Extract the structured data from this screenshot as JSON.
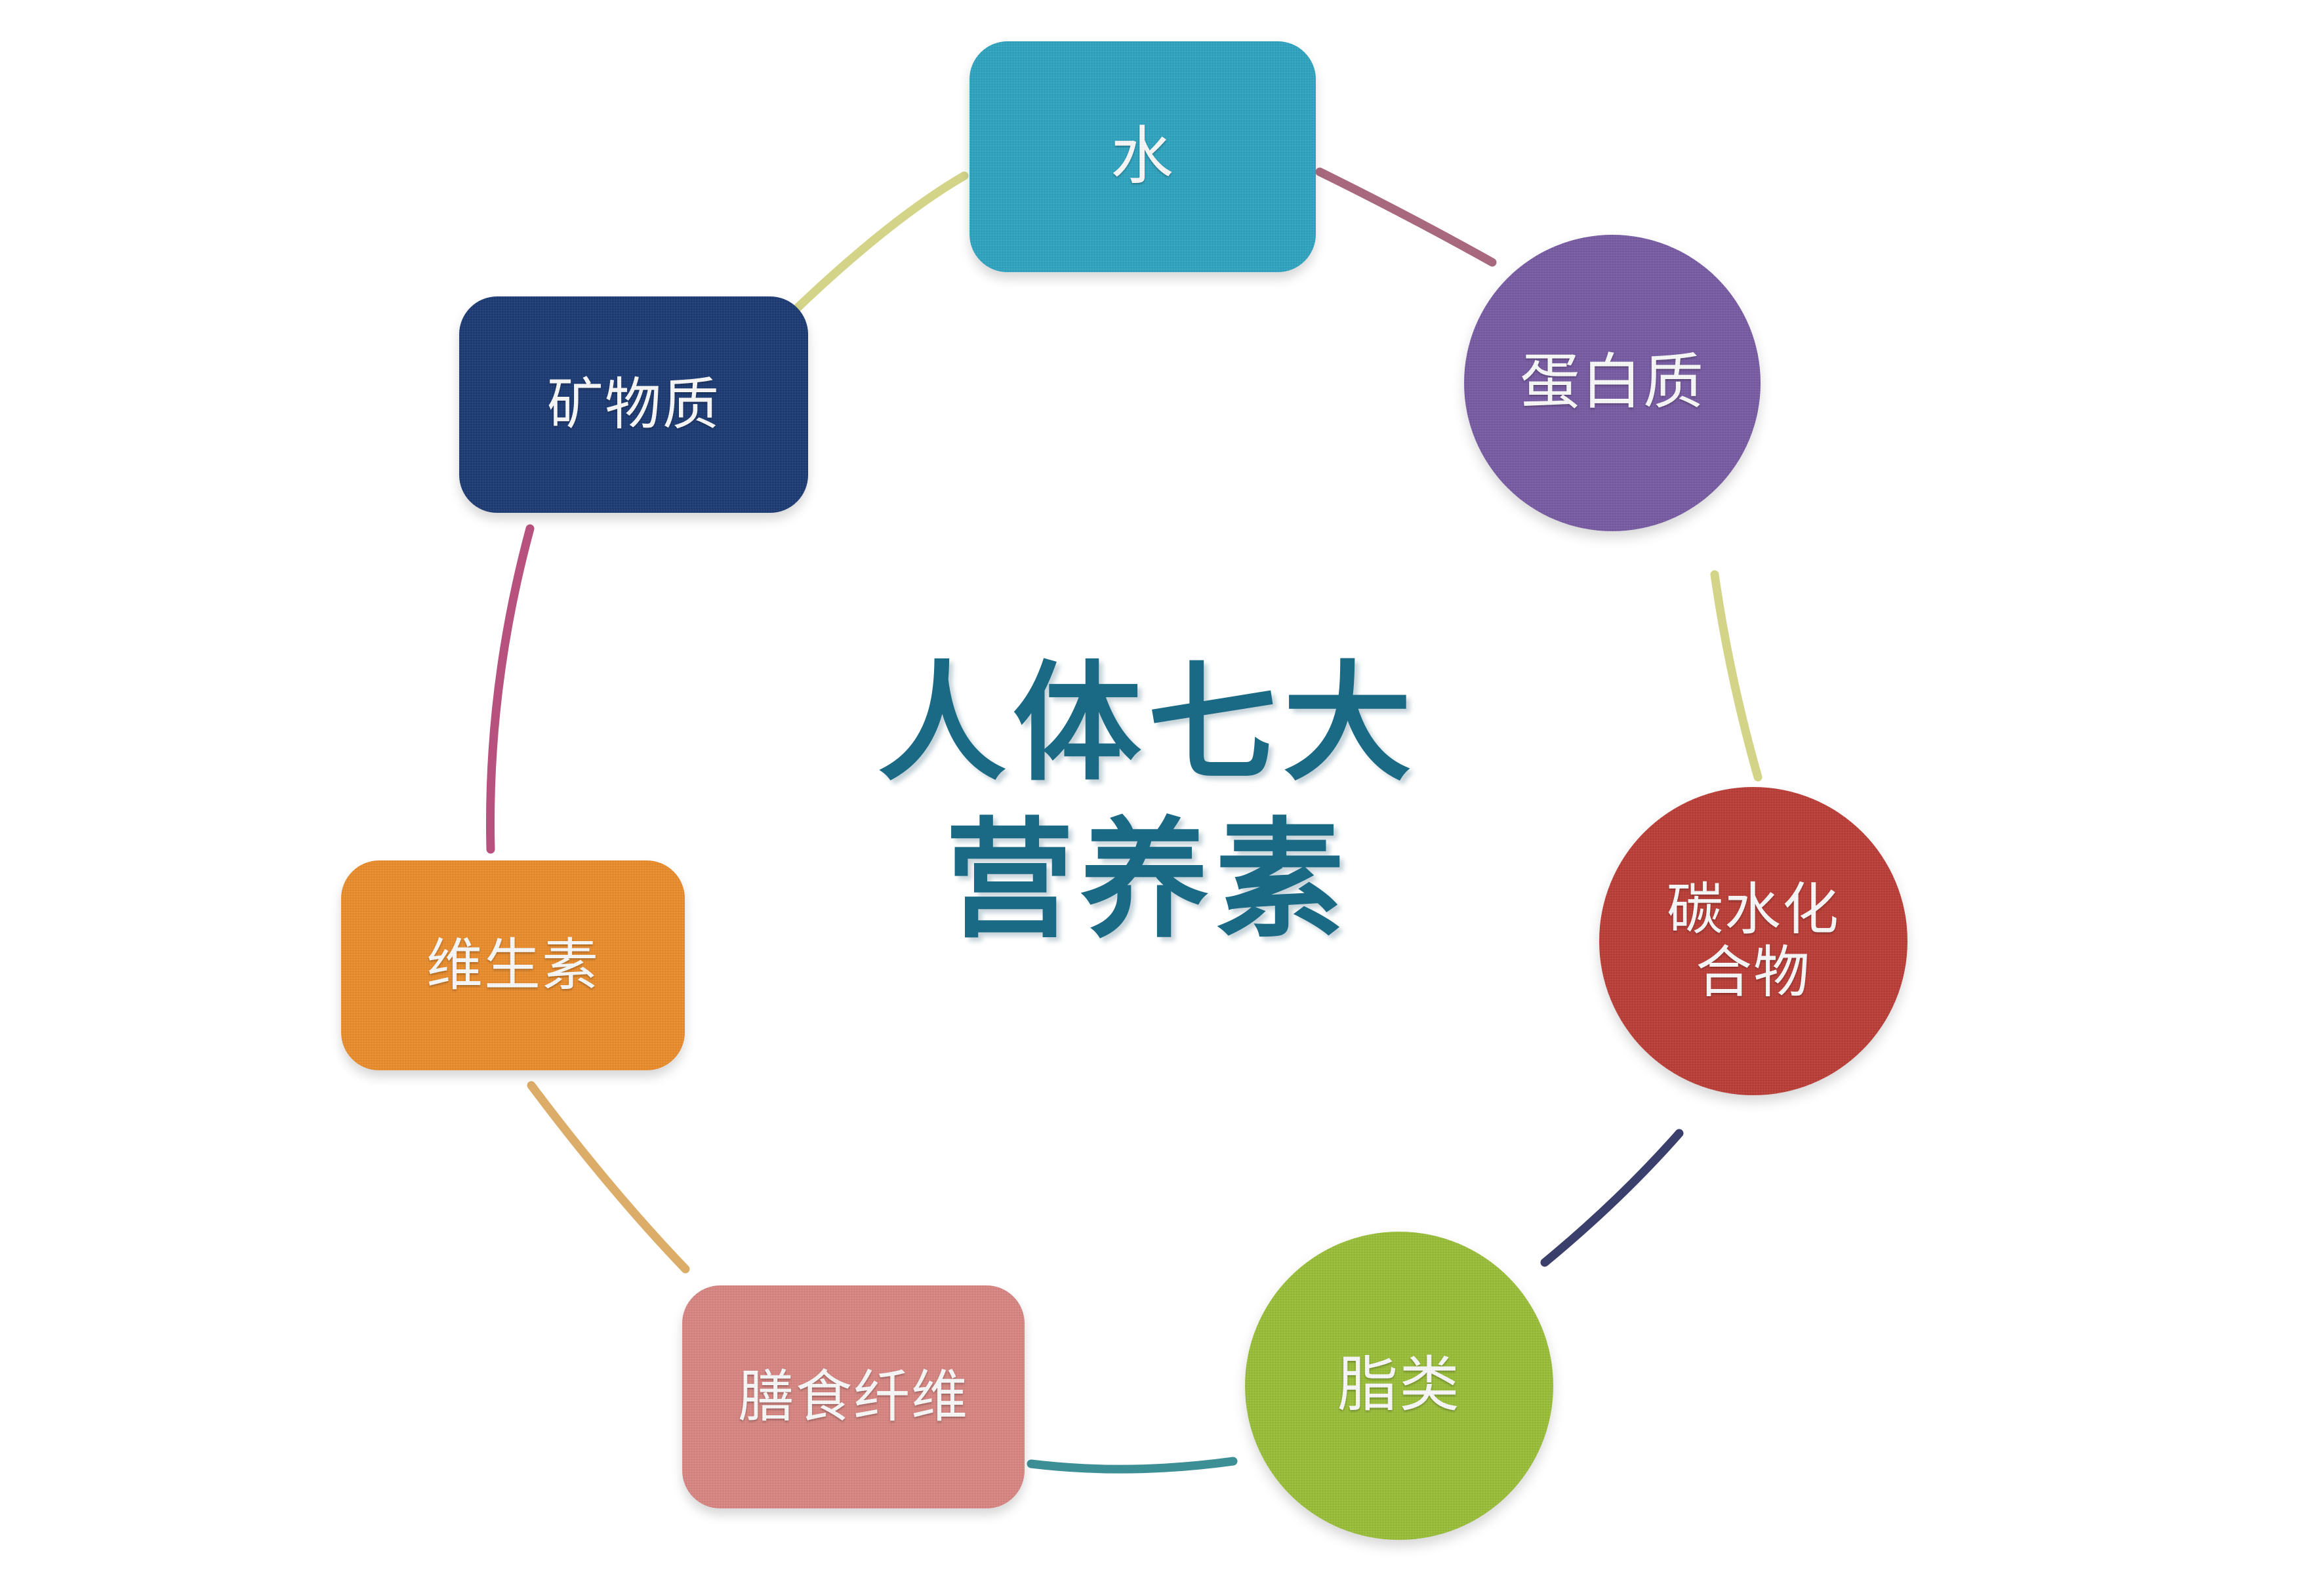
{
  "title": {
    "line1": "人体七大",
    "line2": "营养素",
    "full": "人体七大营养素",
    "color": "#1b6a85"
  },
  "background_color": "#ffffff",
  "nodes": [
    {
      "id": "water",
      "label": "水",
      "shape": "rounded-rect",
      "color": "#32a8c4",
      "text_color": "#ffffff",
      "position": "top"
    },
    {
      "id": "protein",
      "label": "蛋白质",
      "shape": "circle",
      "color": "#7b5ea7",
      "text_color": "#ffffff",
      "position": "top-right"
    },
    {
      "id": "carbohydrate",
      "label": "碳水化\n合物",
      "shape": "circle",
      "color": "#c0403a",
      "text_color": "#ffffff",
      "position": "right"
    },
    {
      "id": "fat",
      "label": "脂类",
      "shape": "circle",
      "color": "#9ec33c",
      "text_color": "#ffffff",
      "position": "bottom-right"
    },
    {
      "id": "dietary-fiber",
      "label": "膳食纤维",
      "shape": "rounded-rect",
      "color": "#dd8a86",
      "text_color": "#ffffff",
      "position": "bottom-left"
    },
    {
      "id": "vitamin",
      "label": "维生素",
      "shape": "rounded-rect",
      "color": "#f0912f",
      "text_color": "#ffffff",
      "position": "left"
    },
    {
      "id": "mineral",
      "label": "矿物质",
      "shape": "rounded-rect",
      "color": "#1f3e78",
      "text_color": "#ffffff",
      "position": "top-left"
    }
  ],
  "connectors": [
    {
      "id": "mineral-to-water",
      "from": "mineral",
      "to": "water",
      "color": "#d3d488"
    },
    {
      "id": "water-to-protein",
      "from": "water",
      "to": "protein",
      "color": "#a8697e"
    },
    {
      "id": "protein-to-carb",
      "from": "protein",
      "to": "carbohydrate",
      "color": "#d3d488"
    },
    {
      "id": "carb-to-fat",
      "from": "carbohydrate",
      "to": "fat",
      "color": "#3b3f6b"
    },
    {
      "id": "fat-to-fiber",
      "from": "fat",
      "to": "dietary-fiber",
      "color": "#3d8f96"
    },
    {
      "id": "fiber-to-vitamin",
      "from": "dietary-fiber",
      "to": "vitamin",
      "color": "#dcad68"
    },
    {
      "id": "vitamin-to-mineral",
      "from": "vitamin",
      "to": "mineral",
      "color": "#b7527e"
    }
  ]
}
